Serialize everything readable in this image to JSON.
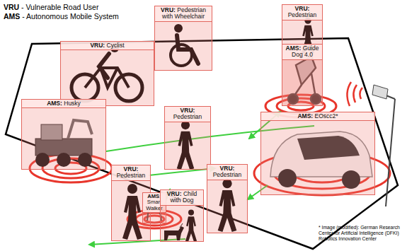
{
  "diagram": {
    "nodes": [
      {
        "text": [
          "VRU: Cyclist"
        ]
      },
      {
        "text": [
          "VRU: Pedestrian with Wheelchair"
        ]
      },
      {
        "text": [
          "VRU: Pedestrian"
        ]
      },
      {
        "text": [
          "AMS: Guide Dog 4.0"
        ]
      },
      {
        "text": [
          "AMS: Husky"
        ]
      },
      {
        "text": [
          "VRU: Pedestrian"
        ]
      },
      {
        "text": [
          "AMS: EOscc2*"
        ]
      },
      {
        "text": [
          "VRU: Pedestrian"
        ]
      },
      {
        "text": [
          "VRU: Pedestrian"
        ]
      },
      {
        "text": [
          "AMS: Smart Walker"
        ]
      },
      {
        "text": [
          "VRU: Child with Dog"
        ]
      }
    ],
    "labels": [
      "VRU - Vulnerable Road User",
      "AMS - Autonomous Mobile System",
      "* Image (modified): German Research Center for Artificial Intelligence (DFKI) Robotics Innovation Center"
    ]
  }
}
